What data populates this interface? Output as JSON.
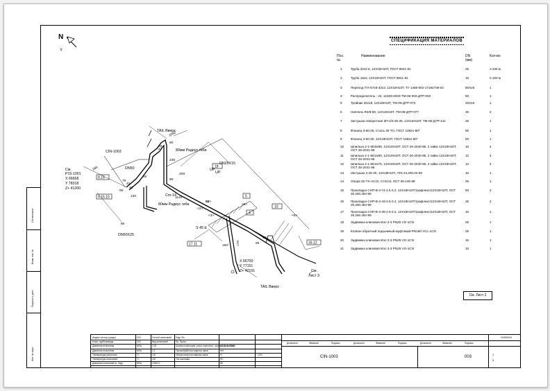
{
  "north": {
    "label": "N",
    "axis": "Y"
  },
  "spec": {
    "title": "СПЕЦИФИКАЦИЯ МАТЕРИАЛОВ",
    "headers": {
      "pos": "Поз.\n№",
      "name": "Наименование",
      "dn": "DN\n(мм)",
      "qty": "Кол-во"
    },
    "rows": [
      {
        "n": "1",
        "name": "Труба 32х2.5, 12Х18Н10Т, ГОСТ 9941-81",
        "dn": "25",
        "qty": "2.236 м"
      },
      {
        "n": "2",
        "name": "Труба 18х2, 12Х18Н10Т, ГОСТ 9941-81",
        "dn": "15",
        "qty": "0.100 м"
      },
      {
        "n": "3",
        "name": "Переход П К-57х6-32х3, 12Х18Н10Т, ТУ 1468-002-17192736-02",
        "dn": "50Х25",
        "qty": "1"
      },
      {
        "n": "4",
        "name": "Распределитель - 23, 12409-2040-ТМ-06-002-ДТР-003",
        "dn": "50",
        "qty": "1"
      },
      {
        "n": "5",
        "name": "Тройник 32х18, 12Х18Н10Т, ТМ-06-ДТР-073",
        "dn": "25Х15",
        "qty": "1"
      },
      {
        "n": "6",
        "name": "Ниппель R3/8-80, 12Х18Н10Т, ТМ-06-ДТР-077",
        "dn": "25",
        "qty": "2"
      },
      {
        "n": "7",
        "name": "Заглушка поворотная ЗП-2/3-25-25, 12Х18Н10Т, ТМ-06-ДТР-141",
        "dn": "25",
        "qty": "1"
      },
      {
        "n": "8",
        "name": "Фланец 3-50-25, Сталь 30 ТО, ГОСТ 12821-80*",
        "dn": "50",
        "qty": "1"
      },
      {
        "n": "9",
        "name": "Фланец 3-50-25, 12Х18Н10Т, ГОСТ 12821-80*",
        "dn": "50",
        "qty": "1"
      },
      {
        "n": "10",
        "name": "Шпилька 2-1-М16х95, 12Х18Н10Т, ОСТ 26-2040-96, 2 гайки 12Х18Н10Т, ОСТ 26-2041-96",
        "dn": "16",
        "qty": "4"
      },
      {
        "n": "11",
        "name": "Шпилька 2-1-М12х80, 12Х18Н10Т, ОСТ 26-2040-96, 2 гайки 12Х18Н10Т, ОСТ 26-2041-96",
        "dn": "12",
        "qty": "4"
      },
      {
        "n": "12",
        "name": "Шпилька 2-1-М12х75, 12Х18Н10Т, ОСТ 26-2040-96, 2 гайки 12Х18Н10Т, ОСТ 26-2041-96",
        "dn": "12",
        "qty": "4"
      },
      {
        "n": "13",
        "name": "Заглушка 2-15-40, 12Х18Н10Т, АТК 24.200.02-90",
        "dn": "15",
        "qty": "1"
      },
      {
        "n": "14",
        "name": "Опора 32-ТХ-АС10, Ст3сп4, ОСТ 36-146-88",
        "dn": "25",
        "qty": "1"
      },
      {
        "n": "15",
        "name": "Прокладка СНП-В-3-74-2.5-3.2, 12Х18Н10Т/графлекс/12Х18Н10Т, ОСТ 26.260.454-99",
        "dn": "50",
        "qty": "2"
      },
      {
        "n": "16",
        "name": "Прокладка СНП-В-3-43-2.5-3.2, 12Х18Н10Т/графлекс/12Х18Н10Т, ОСТ 26.260.454-99",
        "dn": "25",
        "qty": "2"
      },
      {
        "n": "17",
        "name": "Прокладка СНП-В-3-29-2.5-3.2, 12Х18Н10Т/графлекс/12Х18Н10Т, ОСТ 26.260.454-99",
        "dn": "15",
        "qty": "1"
      },
      {
        "n": "18",
        "name": "Задвижка клиновая Иол 2-3 PN25 VG-1CN",
        "dn": "25",
        "qty": "1"
      },
      {
        "n": "19",
        "name": "Клапан обратный подъемный муфтовый PN160 VCL-1CN",
        "dn": "25",
        "qty": "1"
      },
      {
        "n": "20",
        "name": "Задвижка клиновая Иол 2-3 PN25 VG-1CN",
        "dn": "15",
        "qty": "1"
      },
      {
        "n": "21",
        "name": "Задвижка клиновая Иол 2-3 PN25 VG-1CN",
        "dn": "15",
        "qty": "1"
      }
    ]
  },
  "ref_sheet": "См. Лист 2",
  "drawing": {
    "line_id": "CIN-1003",
    "coord1": {
      "label": "См.",
      "p": "P15-1001",
      "x": "X 66668",
      "y": "Y 78318",
      "z": "Z+ 41200"
    },
    "coord2": {
      "x": "X 66700",
      "y": "Y 77151",
      "z": "Z+ 42191"
    },
    "labels": {
      "dn50": "DN50",
      "tail": "TAIL Вверх",
      "r80a": "80мм Радиус гиба",
      "r80b": "80мм Радиус гиба",
      "dn25x15": "DN25X15",
      "up1": "UP",
      "up2": "UP",
      "dn50x25": "DN50X25",
      "cm14": "Cm-14",
      "s45e": "S 45 E",
      "tail2": "TAIL Вверх",
      "sheet3a": "См.",
      "sheet3b": "Лист 3",
      "d1050": "1050",
      "d238": "238",
      "d80a": "80",
      "d80b": "80",
      "d209": "209",
      "d80c": "80",
      "d1140": "1140",
      "d150": "150°",
      "d170": "170",
      "d98": "98",
      "d80d": "80",
      "d130": "130",
      "d80e": "80",
      "d80f": "80",
      "d42": "42",
      "d40": "40",
      "d90": "90",
      "d78": "78",
      "d52": "52",
      "d165": "165"
    },
    "callouts": [
      "8.15",
      "9.15.10",
      "18",
      "5",
      "10",
      "16.12",
      "17.11",
      "4"
    ],
    "bubbles": [
      "<4>",
      "<2>",
      "<3>",
      "<5>",
      "<6>",
      "<1>"
    ]
  },
  "stamp": {
    "rows": [
      [
        "Индекс потока (среды)",
        "CIN",
        "Способ испытаний",
        "Гидр./Пн."
      ],
      [
        "Класс трубопровода",
        "CIN",
        "Вид испытаний",
        "Пр. Прочн."
      ],
      [
        "Давление испытания",
        "МПа",
        "3.25",
        "Группа и категория, класс опасности, группа взрывоопасн.",
        "А2, Б, 3, ОБЖ"
      ],
      [
        "Давление испытания",
        "МПа",
        "2.2",
        "Термообработка сварных швов",
        "Нет"
      ],
      [
        "Температура расчетная",
        "°С",
        "120",
        "Объем контроля сварных швов",
        "%",
        "10%"
      ],
      [
        "Температура испытаний",
        "°С",
        "120",
        "Тип изоляции",
        "НС"
      ],
      [
        "Давление испытания гр. Гидр.",
        "МПа",
        "2.55/2.2",
        "",
        "85"
      ]
    ],
    "center_cols": [
      "Должность",
      "Фамилия",
      "Подпись",
      "Должность",
      "Фамилия",
      "Подпись",
      "Должность",
      "Фамилия",
      "Подпись"
    ],
    "drawing_number": "CIN-1003",
    "sheet_code": "003",
    "date": "21/08/2014",
    "sheet_no": "1",
    "sheets_total": "3"
  },
  "side_labels": [
    "Согласовано",
    "Взам. инв. №",
    "Подпись и дата",
    "Инв. № подл."
  ]
}
